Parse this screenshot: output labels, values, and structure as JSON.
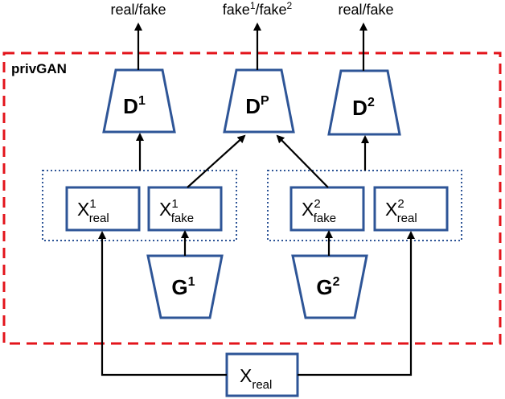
{
  "colors": {
    "shape_stroke": "#2e5597",
    "boundary": "#e3141b",
    "arrow": "#000000",
    "background": "#ffffff"
  },
  "outputs": {
    "left": "real/fake",
    "middle_a": "fake",
    "middle_sup_a": "1",
    "middle_sep": "/fake",
    "middle_sup_b": "2",
    "right": "real/fake"
  },
  "boundary_label": "privGAN",
  "discriminators": {
    "d1": {
      "base": "D",
      "sup": "1"
    },
    "dp": {
      "base": "D",
      "sup": "P"
    },
    "d2": {
      "base": "D",
      "sup": "2"
    }
  },
  "generators": {
    "g1": {
      "base": "G",
      "sup": "1"
    },
    "g2": {
      "base": "G",
      "sup": "2"
    }
  },
  "data_boxes": {
    "x1_real": {
      "base": "X",
      "sup": "1",
      "sub": "real"
    },
    "x1_fake": {
      "base": "X",
      "sup": "1",
      "sub": "fake"
    },
    "x2_fake": {
      "base": "X",
      "sup": "2",
      "sub": "fake"
    },
    "x2_real": {
      "base": "X",
      "sup": "2",
      "sub": "real"
    },
    "x_real": {
      "base": "X",
      "sub": "real"
    }
  }
}
